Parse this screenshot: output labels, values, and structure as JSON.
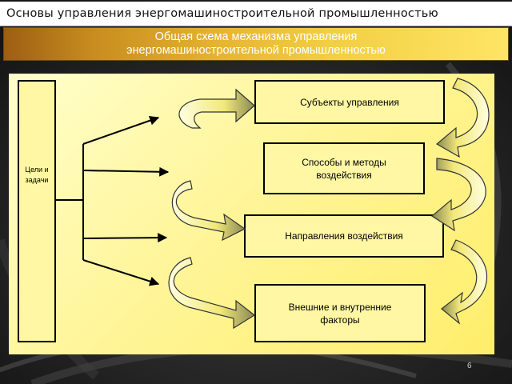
{
  "header": {
    "title": "Основы управления энергомашиностроительной промышленностью"
  },
  "banner": {
    "line1": "Общая схема механизма управления",
    "line2": "энергомашиностроительной промышленностью"
  },
  "diagram": {
    "goals_label_line1": "Цели и",
    "goals_label_line2": "задачи",
    "boxes": [
      {
        "label": "Субъекты управления"
      },
      {
        "label_line1": "Способы  и методы",
        "label_line2": "воздействия"
      },
      {
        "label": "Направления воздействия"
      },
      {
        "label_line1": "Внешние и внутренние",
        "label_line2": "факторы"
      }
    ]
  },
  "footer": {
    "page_number": "6"
  },
  "colors": {
    "panel": "#fff59a",
    "box_fill": "#fff7a3",
    "banner_gradient_start": "#9c5e12",
    "banner_gradient_end": "#ffe566"
  }
}
